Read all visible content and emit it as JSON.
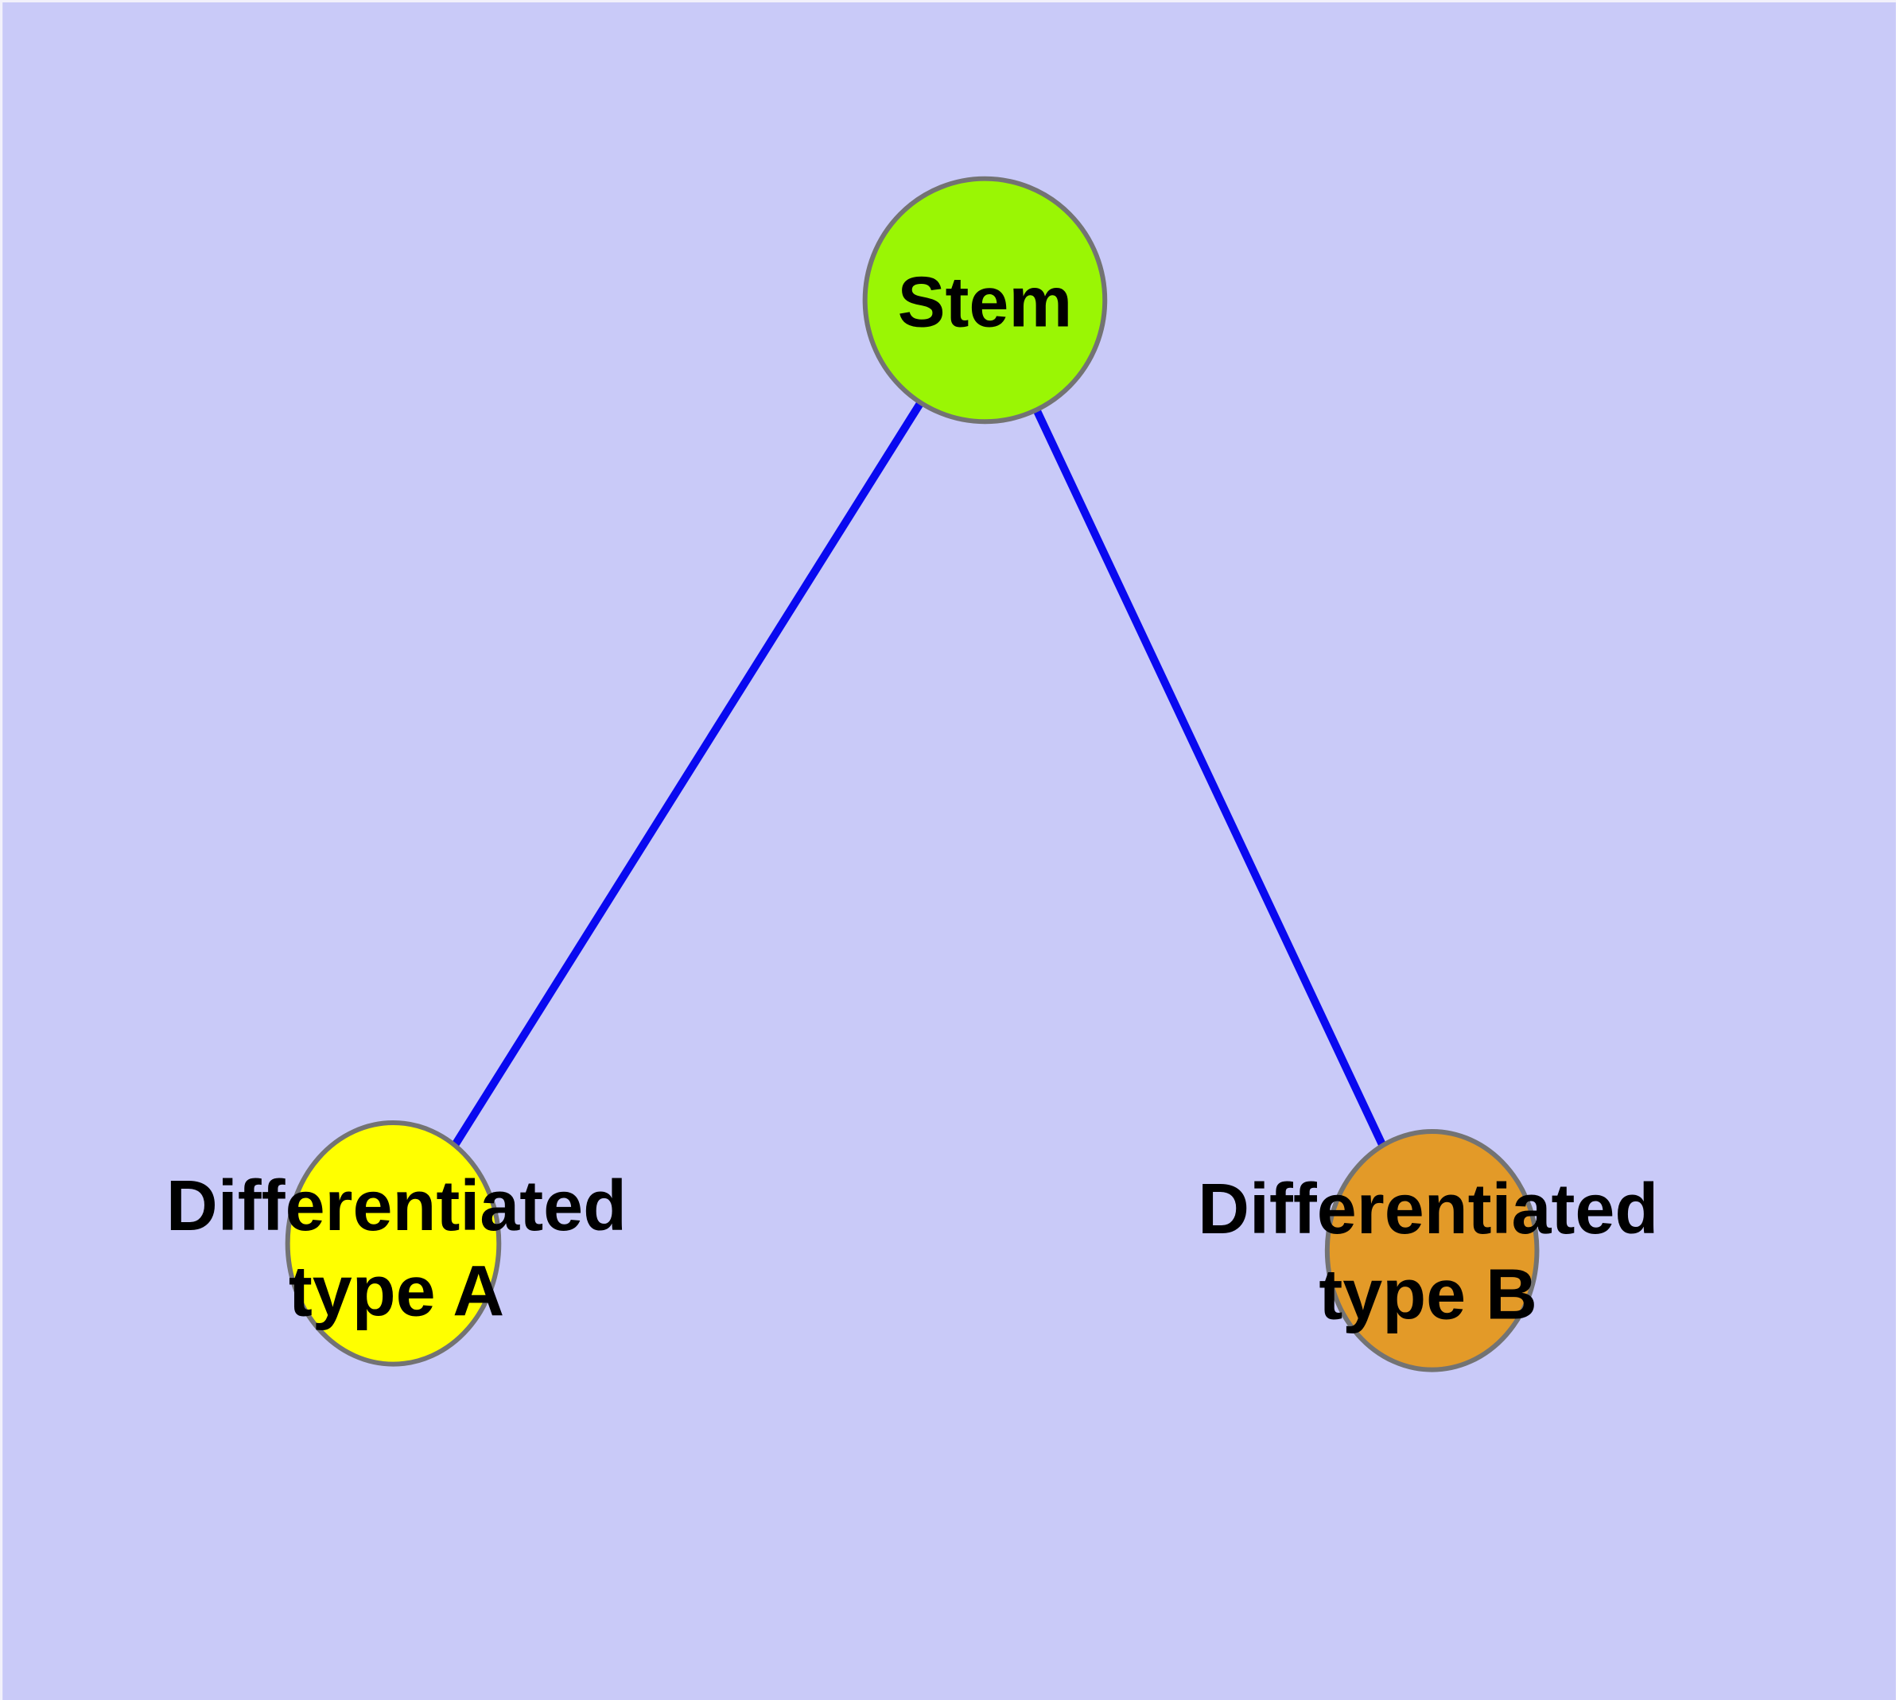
{
  "diagram": {
    "type": "node-link-graph",
    "background_color": "#c9caf8",
    "edge_color": "#0909f0",
    "node_border_color": "#737373",
    "label_color": "#000000",
    "nodes": {
      "stem": {
        "label": "Stem",
        "fill": "#9af604"
      },
      "type_a": {
        "label_line1": "Differentiated",
        "label_line2": "type A",
        "label_full": "Differentiated type A",
        "fill": "#ffff00"
      },
      "type_b": {
        "label_line1": "Differentiated",
        "label_line2": "type B",
        "label_full": "Differentiated type B",
        "fill": "#e39a28"
      }
    },
    "edges": [
      {
        "from": "Stem",
        "to": "Differentiated type A"
      },
      {
        "from": "Stem",
        "to": "Differentiated type B"
      }
    ]
  }
}
